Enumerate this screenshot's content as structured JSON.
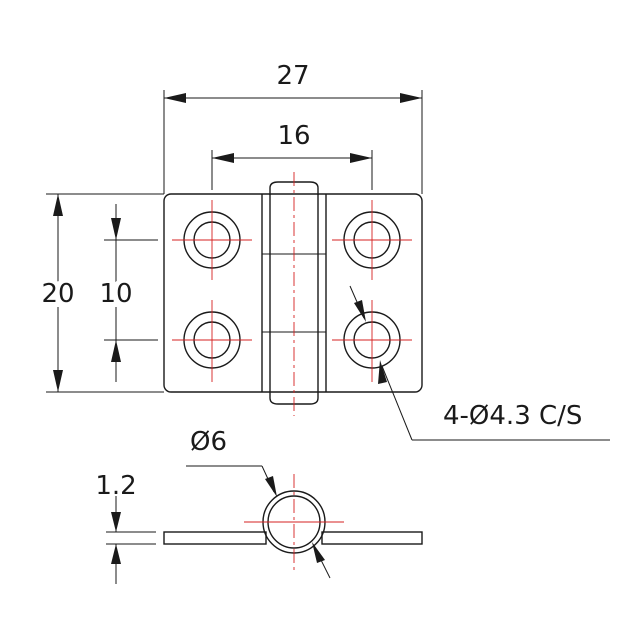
{
  "dimensions": {
    "overall_width": "27",
    "hole_spacing_x": "16",
    "overall_height": "20",
    "hole_spacing_y": "10",
    "holes": "4-Ø4.3 C/S",
    "knuckle_diameter": "Ø6",
    "thickness": "1.2"
  },
  "colors": {
    "line": "#1a1a1a",
    "centerline": "#d42020",
    "background": "#ffffff"
  }
}
